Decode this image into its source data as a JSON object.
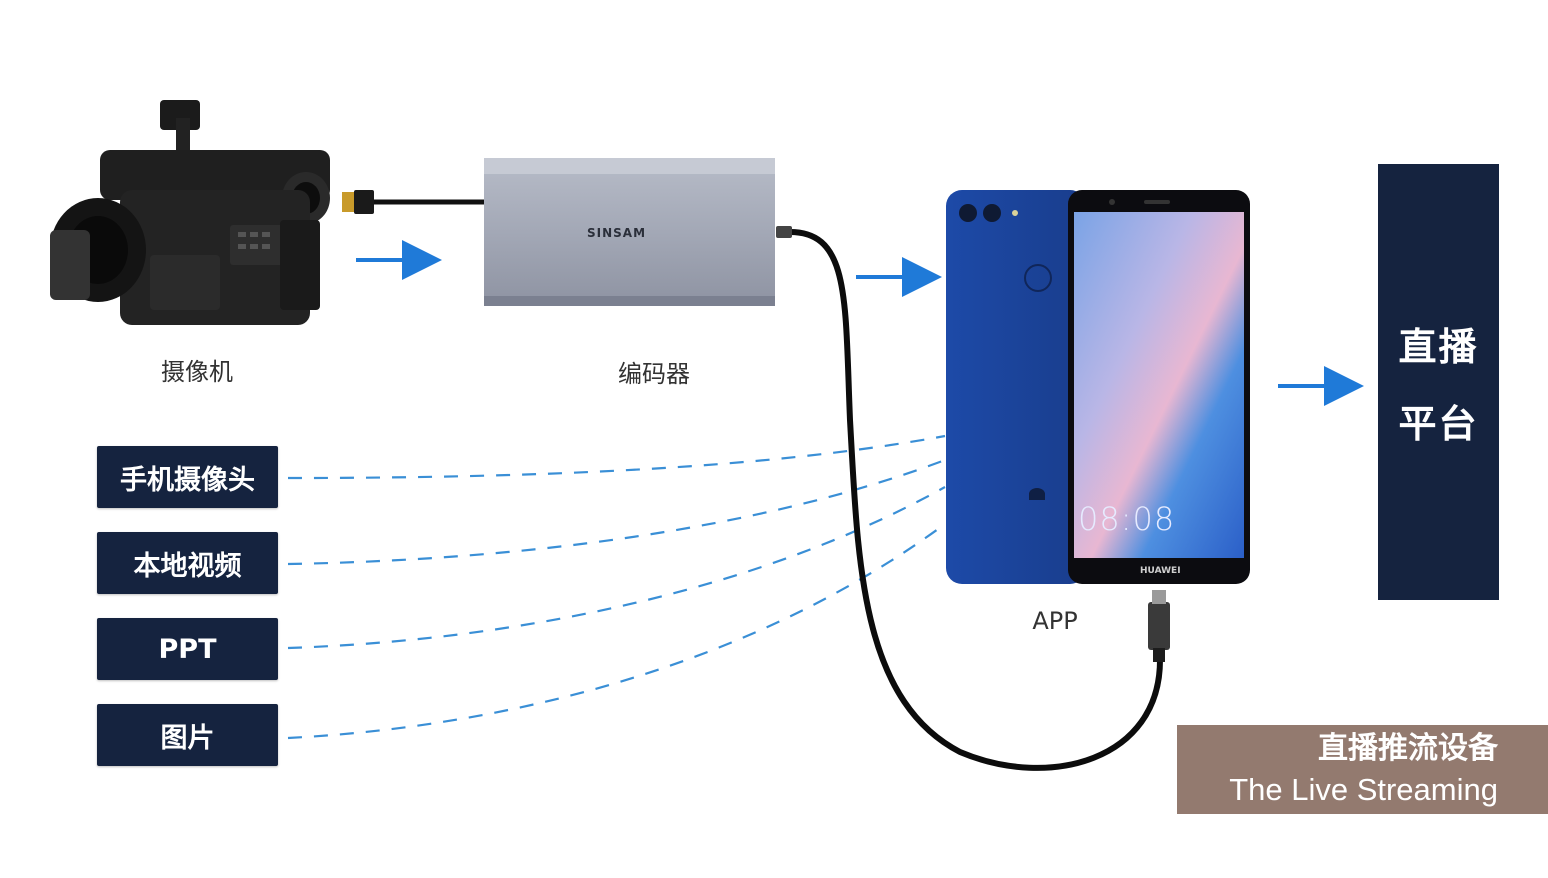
{
  "devices": {
    "camera": {
      "label": "摄像机",
      "icon": "video-camera-icon"
    },
    "encoder": {
      "label": "编码器",
      "brand": "SINSAM",
      "icon": "encoder-box-icon"
    },
    "phone": {
      "label": "APP",
      "brand": "HUAWEI",
      "clock": "08:08",
      "icon": "smartphone-icon"
    }
  },
  "sources": [
    {
      "label": "手机摄像头"
    },
    {
      "label": "本地视频"
    },
    {
      "label": "PPT"
    },
    {
      "label": "图片"
    }
  ],
  "platform": {
    "line1": "直播",
    "line2": "平台"
  },
  "badge": {
    "cn": "直播推流设备",
    "en": "The Live Streaming"
  },
  "colors": {
    "navy": "#15233f",
    "arrow": "#1f7ad8",
    "badge": "#937a6f",
    "dash": "#3a8fd6"
  }
}
